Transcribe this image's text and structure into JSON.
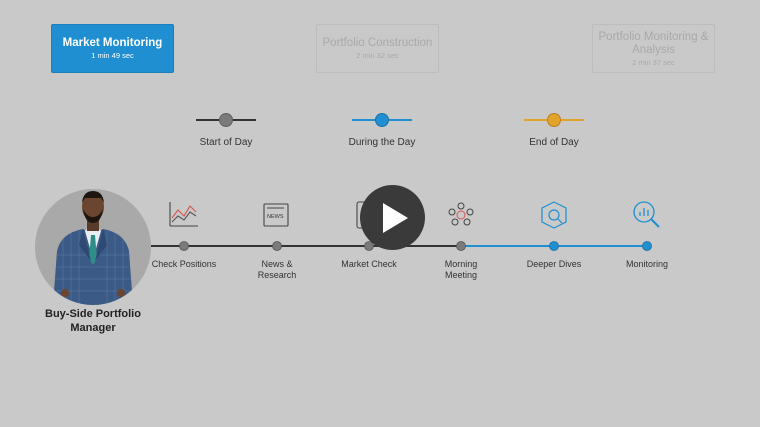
{
  "tabs": [
    {
      "title": "Market Monitoring",
      "time": "1 min 49 sec",
      "active": true
    },
    {
      "title": "Portfolio Construction",
      "time": "2 min 32 sec",
      "active": false
    },
    {
      "title": "Portfolio Monitoring & Analysis",
      "time": "2 min 37 sec",
      "active": false
    }
  ],
  "legend": [
    {
      "label": "Start of Day",
      "color": "#333333",
      "dot": "#7a7a7a"
    },
    {
      "label": "During the Day",
      "color": "#1f8fd1",
      "dot": "#1f8fd1"
    },
    {
      "label": "End of Day",
      "color": "#e3a32b",
      "dot": "#e3a32b"
    }
  ],
  "persona": {
    "label_line1": "Buy-Side Portfolio",
    "label_line2": "Manager"
  },
  "steps": [
    {
      "label": "Check Positions",
      "icon": "chart-trend-icon",
      "phase": "start"
    },
    {
      "label": "News & Research",
      "icon": "newspaper-icon",
      "phase": "start"
    },
    {
      "label": "Market Check",
      "icon": "tablet-icon",
      "phase": "start"
    },
    {
      "label": "Morning Meeting",
      "icon": "team-meeting-icon",
      "phase": "start"
    },
    {
      "label": "Deeper Dives",
      "icon": "analysis-cube-icon",
      "phase": "during"
    },
    {
      "label": "Monitoring",
      "icon": "magnifier-chart-icon",
      "phase": "during"
    }
  ],
  "colors": {
    "active_tab": "#1f8fd1",
    "start": "#333333",
    "during": "#1f8fd1",
    "end": "#e3a32b",
    "node_grey": "#7a7a7a"
  }
}
